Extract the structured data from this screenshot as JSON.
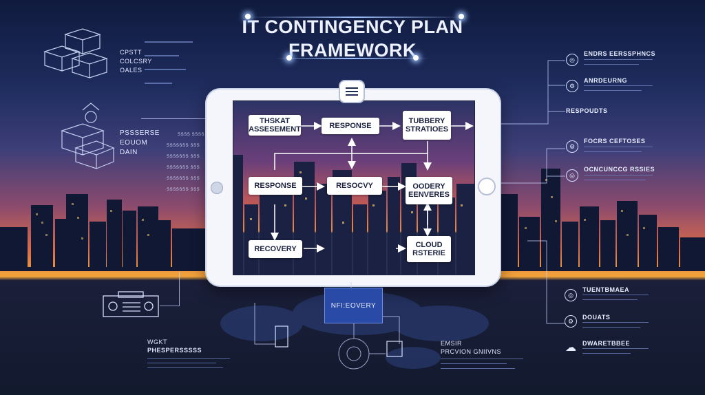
{
  "title": {
    "line1": "IT CONTINGENCY PLAN",
    "line2": "FRAMEWORK"
  },
  "left": {
    "top_labels": [
      "CPSTT",
      "COLCSRY",
      "OALES"
    ],
    "mid_labels": [
      "PSSSERSE",
      "EOUOM",
      "DAIN"
    ],
    "small_labels": [
      "SSSS SSSS",
      "SSSSSSS SSS",
      "SSSSSSS SSS",
      "SSSSSSS SSS",
      "SSSSSSS SSS",
      "SSSSSSS SSS"
    ]
  },
  "diagram": {
    "nodes": [
      {
        "id": "threat",
        "label": "THSKAT ASSESEMENT"
      },
      {
        "id": "response1",
        "label": "RESPONSE"
      },
      {
        "id": "tubbery",
        "label": "TUBBERY STRATIOES"
      },
      {
        "id": "response2",
        "label": "RESPONSE"
      },
      {
        "id": "resocvy",
        "label": "RESOCVY"
      },
      {
        "id": "oodery",
        "label": "OODERY EENVERES"
      },
      {
        "id": "recovery",
        "label": "RECOVERY"
      },
      {
        "id": "cloud",
        "label": "CLOUD RSTERIE"
      }
    ]
  },
  "right": {
    "items": [
      {
        "heading": "ENDRS EERSSPHNCS",
        "icon": "target-icon"
      },
      {
        "heading": "ANRDEURNG",
        "icon": "gear-icon"
      },
      {
        "heading": "RESPOUDTS",
        "icon": ""
      },
      {
        "heading": "FOCRS CEFTOSES",
        "icon": "gear-icon"
      },
      {
        "heading": "OCNCUNCCG RSSIES",
        "icon": "target-icon"
      },
      {
        "heading": "TUENTBMAEA",
        "icon": "target-icon"
      },
      {
        "heading": "DOUATS",
        "icon": "gear-icon"
      },
      {
        "heading": "DWARETBBEE",
        "icon": "cloud-icon"
      }
    ]
  },
  "bottom": {
    "recovery_box": "NFI:EOVERY",
    "left_title_1": "WGKT",
    "left_title_2": "PHESPERSSSSS",
    "right_title_1": "EMSIR",
    "right_title_2": "PRCVION GNIIVNS"
  },
  "colors": {
    "accent": "#2a4aa8",
    "node_bg": "#ffffff",
    "line": "#c6d4ff"
  }
}
